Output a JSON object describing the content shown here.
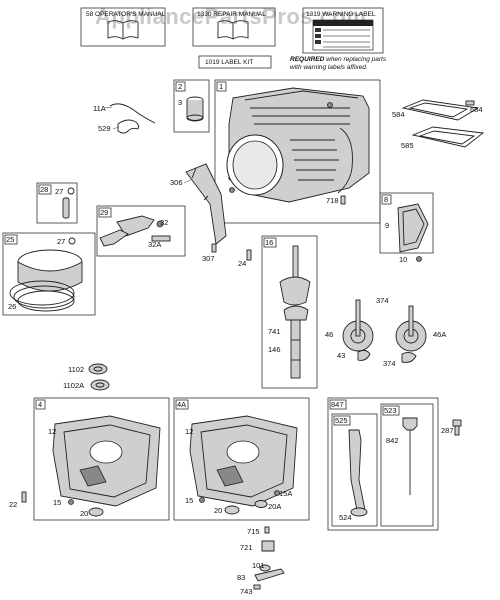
{
  "header": {
    "manual_1": "58 OPERATOR'S MANUAL",
    "manual_2": "1330 REPAIR MANUAL",
    "warning_label": "1319 WARNING LABEL",
    "label_kit": "1019 LABEL KIT",
    "required_bold": "REQUIRED",
    "required_line1": " when replacing parts",
    "required_line2": "with warning labels affixed."
  },
  "watermark": "AppliancePartsPros.com",
  "boxes": {
    "b1": "1",
    "b2": "2",
    "b28": "28",
    "b29": "29",
    "b25": "25",
    "b16": "16",
    "b8": "8",
    "b4": "4",
    "b4a": "4A",
    "b847": "847",
    "b525": "525",
    "b523": "523"
  },
  "parts": {
    "p11a": "11A",
    "p529": "529",
    "p3": "3",
    "p27a": "27",
    "p306": "306",
    "p718": "718",
    "p584": "584",
    "p684": "684",
    "p585": "585",
    "p32": "32",
    "p32a": "32A",
    "p27b": "27",
    "p307": "307",
    "p24": "24",
    "p9": "9",
    "p10": "10",
    "p26": "26",
    "p741": "741",
    "p146": "146",
    "p374a": "374",
    "p46": "46",
    "p46a": "46A",
    "p43": "43",
    "p374b": "374",
    "p1102": "1102",
    "p1102a": "1102A",
    "p12a": "12",
    "p12b": "12",
    "p287": "287",
    "p842": "842",
    "p22": "22",
    "p15a": "15",
    "p20a": "20",
    "p15b": "15",
    "p20b": "20",
    "p15c": "15A",
    "p20c": "20A",
    "p524": "524",
    "p715": "715",
    "p721": "721",
    "p101": "101",
    "p83": "83",
    "p743": "743"
  }
}
